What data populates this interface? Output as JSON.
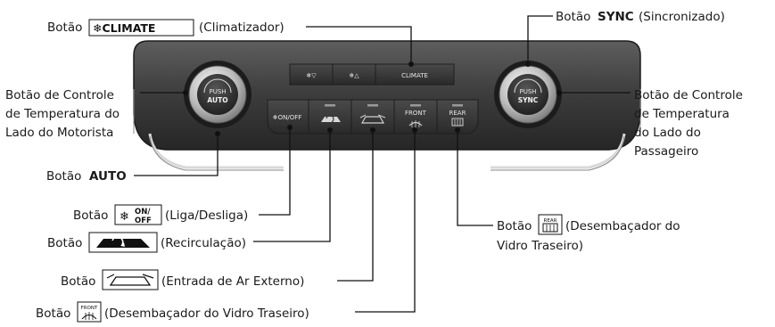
{
  "panel": {
    "top_buttons": [
      "❄▽",
      "❄△",
      "CLIMATE"
    ],
    "bottom_buttons": [
      "❄ON/OFF",
      "",
      "",
      "FRONT",
      "REAR"
    ],
    "left_knob": {
      "small": "PUSH",
      "big": "AUTO"
    },
    "right_knob": {
      "small": "PUSH",
      "big": "SYNC"
    }
  },
  "icons": {
    "climate_badge": "❄CLIMATE",
    "onoff_badge_top": "ON/",
    "onoff_badge_bottom": "OFF",
    "front_badge": "FRONT",
    "rear_badge": "REAR"
  },
  "labels": {
    "climate": {
      "pre": "Botão",
      "post": "(Climatizador)"
    },
    "sync": {
      "pre": "Botão",
      "bold": "SYNC",
      "post": "(Sincronizado)"
    },
    "driver_temp": [
      "Botão de Controle",
      "de Temperatura do",
      "Lado do Motorista"
    ],
    "passenger_temp": [
      "Botão de Controle",
      "de Temperatura",
      "do Lado do",
      "Passageiro"
    ],
    "auto": {
      "pre": "Botão",
      "bold": "AUTO"
    },
    "onoff": {
      "pre": "Botão",
      "post": "(Liga/Desliga)"
    },
    "recirc": {
      "pre": "Botão",
      "post": "(Recirculação)"
    },
    "fresh": {
      "pre": "Botão",
      "post": "(Entrada de Ar Externo)"
    },
    "front_defrost": {
      "pre": "Botão",
      "post": "(Desembaçador do Vidro Traseiro)"
    },
    "rear_defrost": {
      "pre": "Botão",
      "post": [
        "(Desembaçador do",
        "Vidro Traseiro)"
      ]
    }
  }
}
